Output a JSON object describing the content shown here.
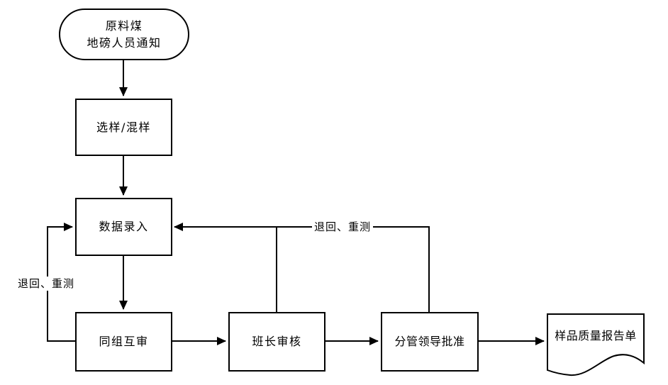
{
  "diagram": {
    "colors": {
      "line": "#000000",
      "background": "#ffffff",
      "text": "#000000"
    },
    "nodes": {
      "start": {
        "type": "terminator",
        "line1": "原料煤",
        "line2": "地磅人员通知"
      },
      "sample_mix": {
        "type": "process",
        "label": "选样/混样"
      },
      "data_entry": {
        "type": "process",
        "label": "数据录入"
      },
      "peer_review": {
        "type": "process",
        "label": "同组互审"
      },
      "foreman_review": {
        "type": "process",
        "label": "班长审核"
      },
      "leader_approval": {
        "type": "process",
        "label": "分管领导批准"
      },
      "report": {
        "type": "document",
        "label": "样品质量报告单"
      }
    },
    "edges": {
      "left_feedback_label": "退回、重测",
      "top_feedback_label": "退回、重测"
    }
  }
}
